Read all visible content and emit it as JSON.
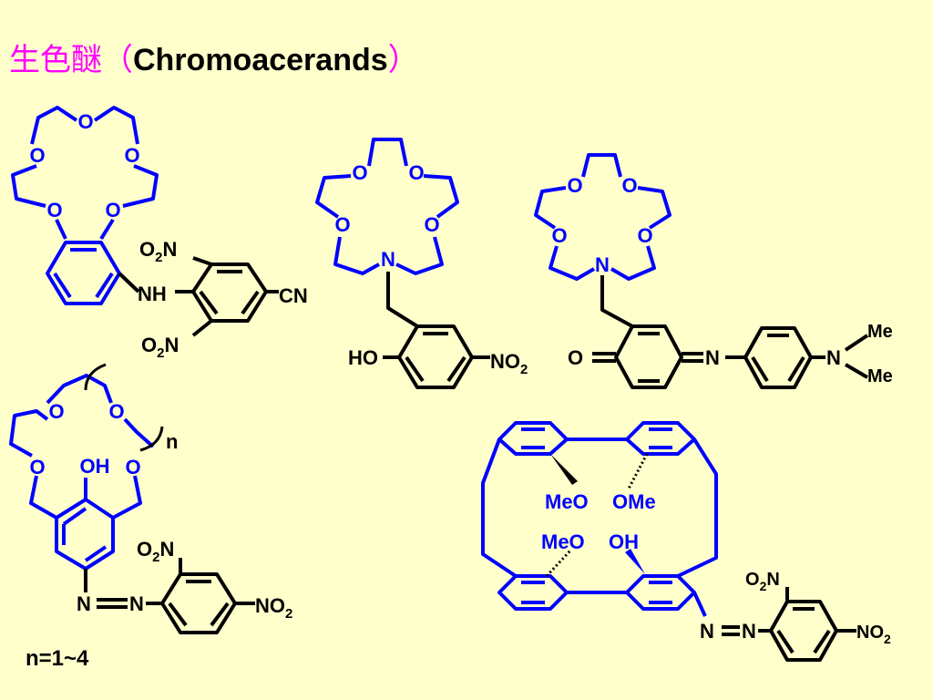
{
  "title": {
    "chinese": "生色醚",
    "paren_open": "（",
    "english": "Chromoacerands",
    "paren_close": "）"
  },
  "colors": {
    "background": "#ffffcc",
    "crown_ether_bonds": "#0000ff",
    "other_bonds": "#000000",
    "title_chinese": "#ff00ff"
  },
  "molecules": {
    "m1": {
      "O": "O",
      "NO2_top_pre": "O",
      "NO2_top_sub": "2",
      "NO2_top_post": "N",
      "NH": "NH",
      "CN": "CN",
      "NO2_bot_pre": "O",
      "NO2_bot_sub": "2",
      "NO2_bot_post": "N"
    },
    "m2": {
      "O": "O",
      "N": "N",
      "HO": "HO",
      "NO2_pre": "NO",
      "NO2_sub": "2"
    },
    "m3": {
      "O": "O",
      "N": "N",
      "quinone_O": "O",
      "imine_N": "N",
      "NMe2_N": "N",
      "Me": "Me"
    },
    "m4": {
      "O": "O",
      "OH": "OH",
      "n": "n",
      "NO2_top_pre": "O",
      "NO2_top_sub": "2",
      "NO2_top_post": "N",
      "azo_N": "N",
      "NO2_pre": "NO",
      "NO2_sub": "2",
      "n_range": "n=1~4"
    },
    "m5": {
      "MeO": "MeO",
      "OMe": "OMe",
      "OH": "OH",
      "NO2_top_pre": "O",
      "NO2_top_sub": "2",
      "NO2_top_post": "N",
      "azo_N": "N",
      "NO2_pre": "NO",
      "NO2_sub": "2"
    }
  }
}
